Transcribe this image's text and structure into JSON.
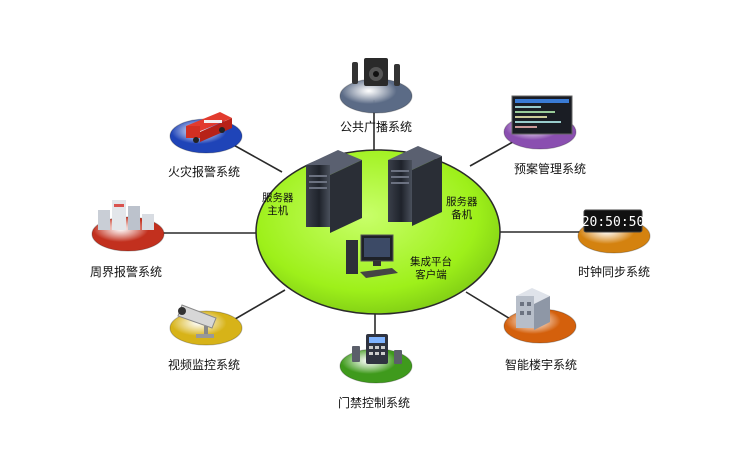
{
  "hub": {
    "fill": "#9ef01a",
    "server_main": [
      "服务器",
      "主机"
    ],
    "server_backup": [
      "服务器",
      "备机"
    ],
    "client": [
      "集成平台",
      "客户端"
    ]
  },
  "nodes": [
    {
      "id": "public-broadcast",
      "label": "公共广播系统",
      "color": "#5b6b86",
      "icon": "speaker-icon"
    },
    {
      "id": "plan-management",
      "label": "预案管理系统",
      "color": "#8a4fb0",
      "icon": "monitor-screen-icon"
    },
    {
      "id": "clock-sync",
      "label": "时钟同步系统",
      "color": "#d4820f",
      "icon": "digital-clock-icon",
      "clock_text": "20:50:50"
    },
    {
      "id": "smart-building",
      "label": "智能楼宇系统",
      "color": "#d4600c",
      "icon": "building-icon"
    },
    {
      "id": "access-control",
      "label": "门禁控制系统",
      "color": "#3f9a1c",
      "icon": "keypad-icon"
    },
    {
      "id": "video-surveillance",
      "label": "视频监控系统",
      "color": "#d7b318",
      "icon": "cctv-camera-icon"
    },
    {
      "id": "perimeter-alarm",
      "label": "周界报警系统",
      "color": "#c2301e",
      "icon": "perimeter-fence-icon"
    },
    {
      "id": "fire-alarm",
      "label": "火灾报警系统",
      "color": "#1f44b8",
      "icon": "fire-truck-icon"
    }
  ]
}
